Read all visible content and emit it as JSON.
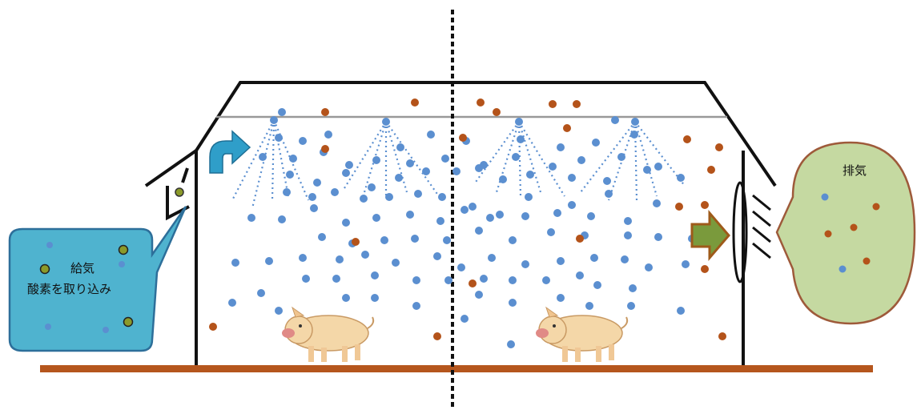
{
  "labels": {
    "supply_title": "給気",
    "supply_sub": "酸素を取り込み",
    "exhaust_title": "排気"
  },
  "colors": {
    "mist": "#5b8fd0",
    "dust": "#b4531a",
    "oxygen": "#8b9a2a",
    "ground": "#b5561d",
    "bubble_supply": "#4fb3cf",
    "bubble_supply_stroke": "#2d6f9a",
    "bubble_exhaust": "#c5d9a1",
    "bubble_exhaust_stroke": "#9e5a3a",
    "inlet_arrow": "#2f9ec9",
    "fan_arrow": "#7a9a3c"
  },
  "icons": {
    "pig": "pig-icon",
    "fan": "exhaust-fan-icon",
    "nozzle": "mist-nozzle-icon"
  }
}
